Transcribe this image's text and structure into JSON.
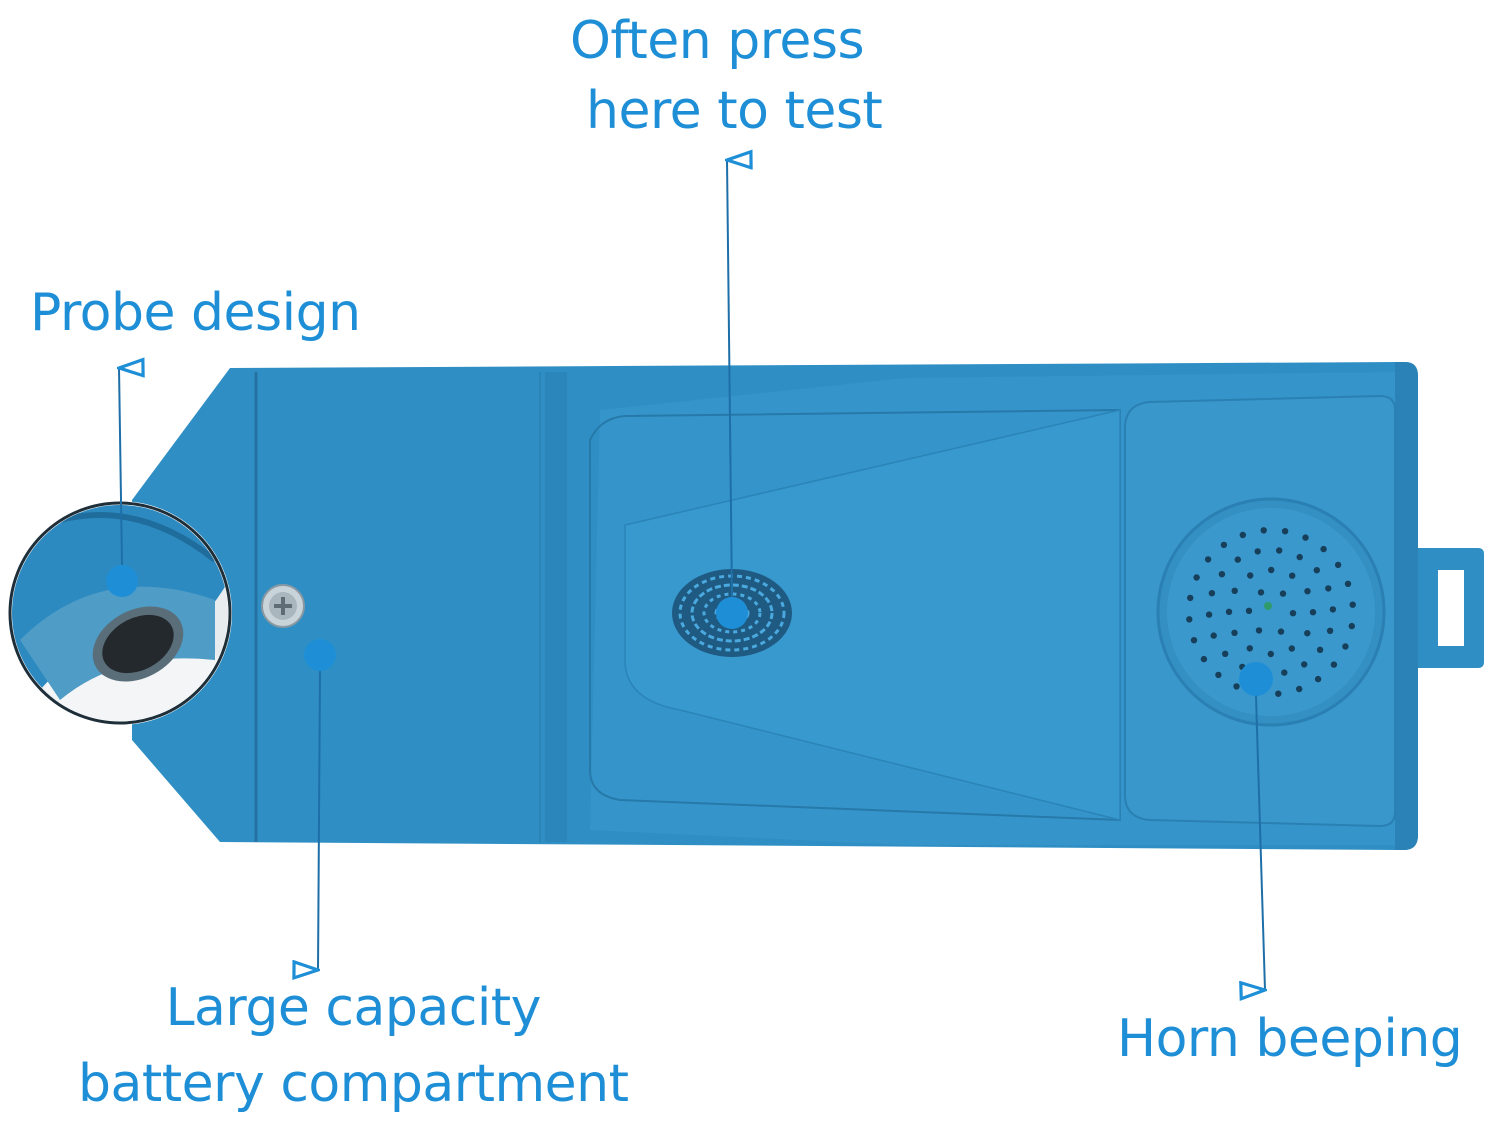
{
  "accent_color": "#1e8fd6",
  "device_color": "#2f8fc4",
  "callouts": {
    "test_button": {
      "line1": "Often press",
      "line2": "here to test"
    },
    "probe": {
      "text": "Probe design"
    },
    "battery": {
      "line1": "Large capacity",
      "line2": "battery compartment"
    },
    "horn": {
      "text": "Horn beeping"
    }
  },
  "icons": [
    "screw-icon",
    "speaker-grille-icon",
    "fingerprint-button-icon",
    "probe-magnifier-icon"
  ]
}
